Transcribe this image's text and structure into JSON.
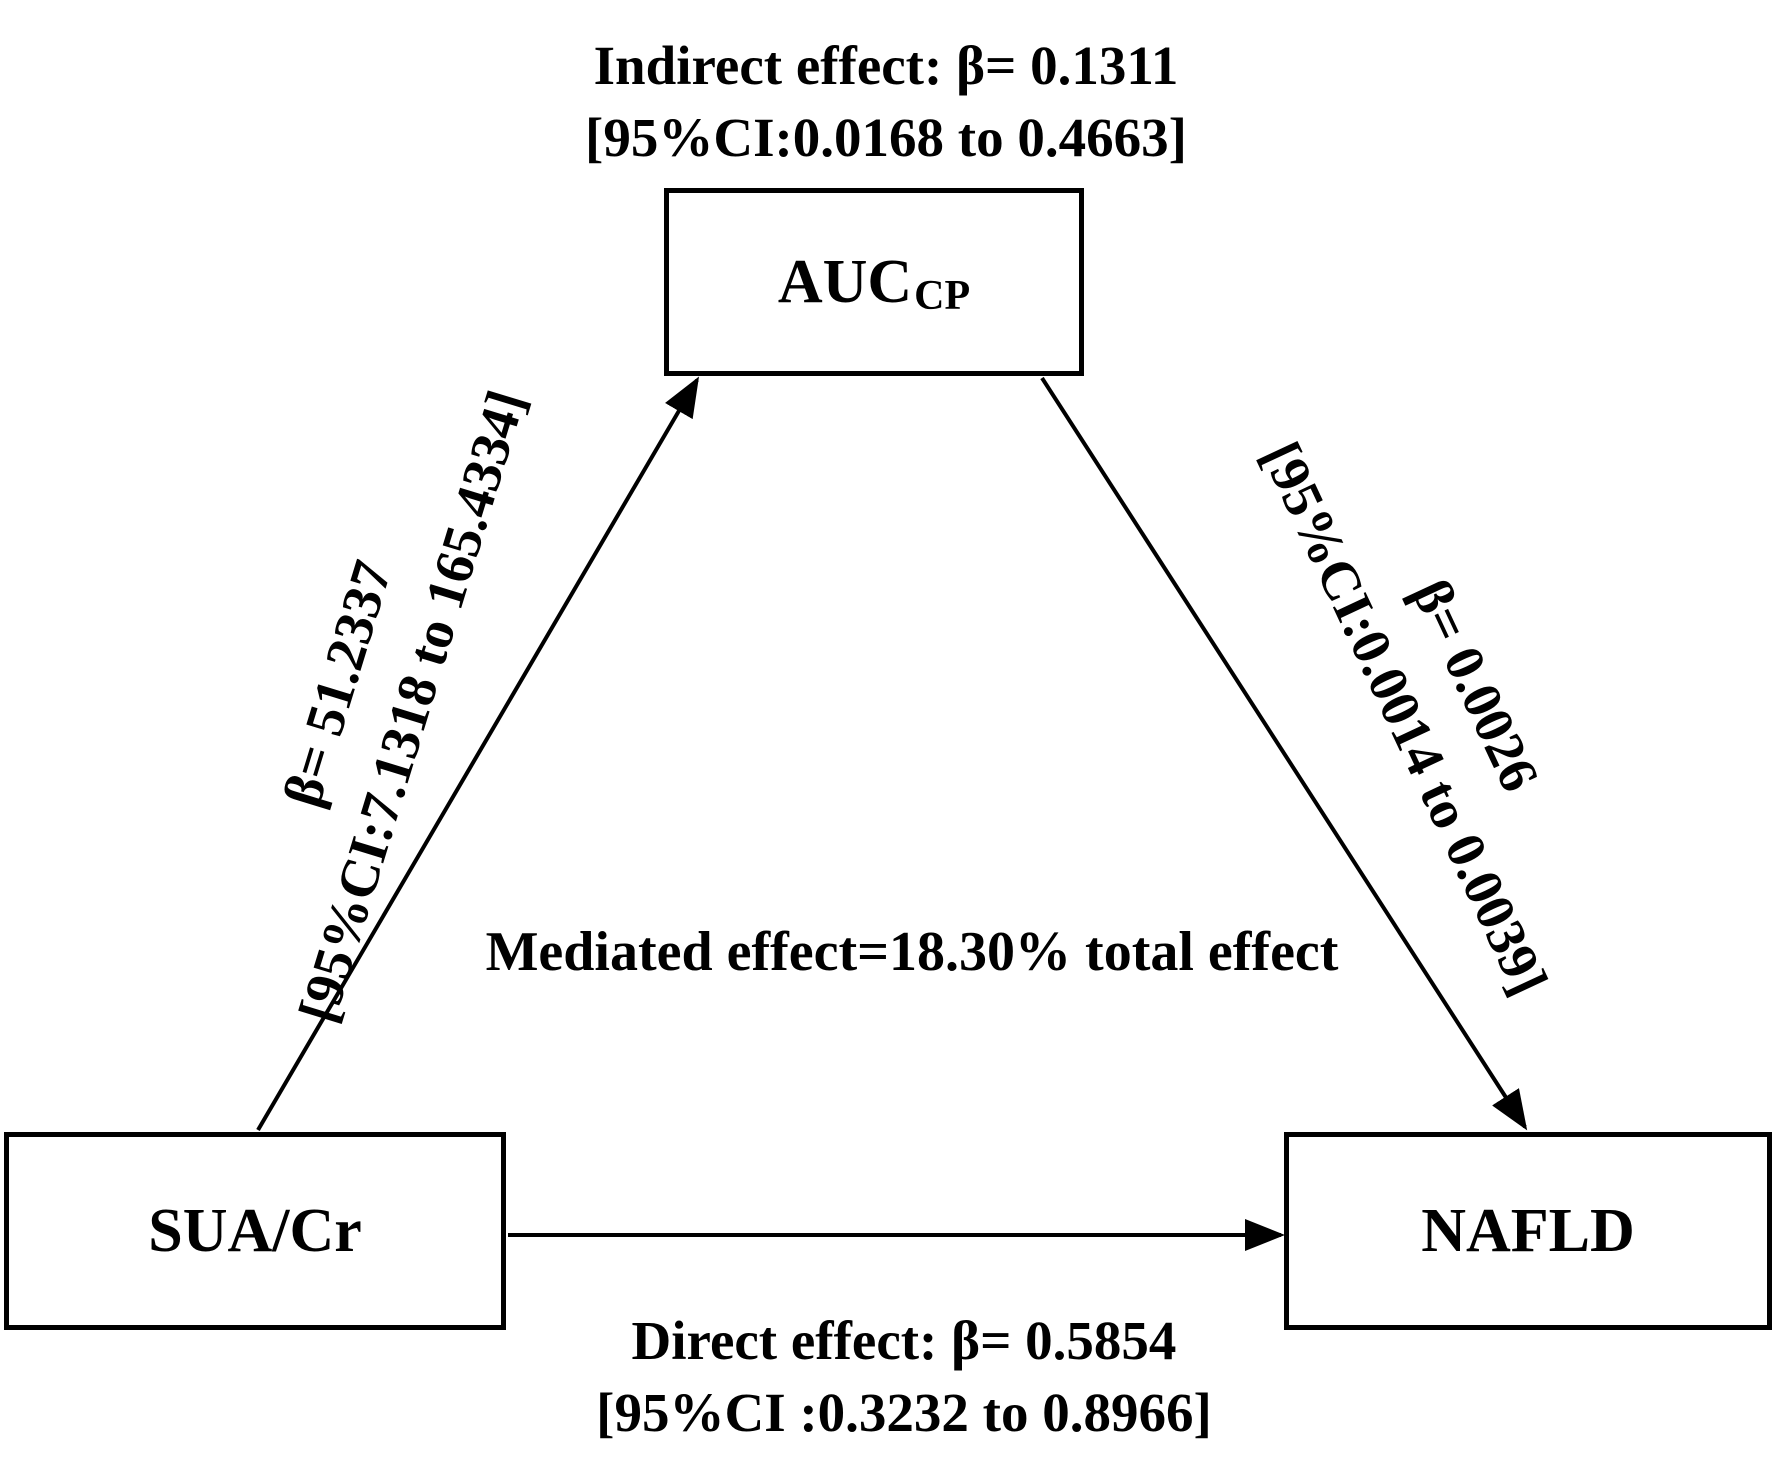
{
  "nodes": {
    "mediator": {
      "main": "AUC",
      "subscript": "CP"
    },
    "exposure": {
      "label": "SUA/Cr"
    },
    "outcome": {
      "label": "NAFLD"
    }
  },
  "indirect_effect": {
    "line1": "Indirect effect: β= 0.1311",
    "line2": "[95%CI:0.0168 to 0.4663]"
  },
  "path_a": {
    "line1": "β= 51.2337",
    "line2": "[95%CI:7.1318 to 165.4334]"
  },
  "path_b": {
    "line1": "β= 0.0026",
    "line2": "[95%CI:0.0014 to 0.0039]"
  },
  "mediated_effect": "Mediated effect=18.30% total effect",
  "direct_effect": {
    "line1": "Direct effect: β= 0.5854",
    "line2": "[95%CI :0.3232 to 0.8966]"
  },
  "colors": {
    "stroke": "#000000",
    "background": "#ffffff"
  }
}
